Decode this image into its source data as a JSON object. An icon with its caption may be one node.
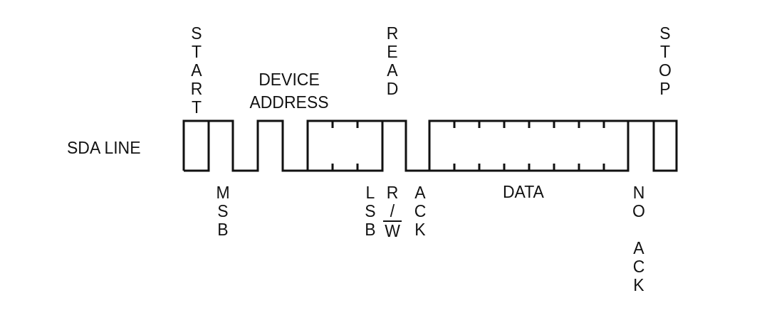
{
  "diagram": {
    "labels": [
      "START",
      "READ",
      "DEVICE ADDRESS",
      "STOP",
      "SDA LINE",
      "MSB",
      "LSB",
      "R/W",
      "ACK",
      "DATA",
      "NO ACK"
    ]
  }
}
